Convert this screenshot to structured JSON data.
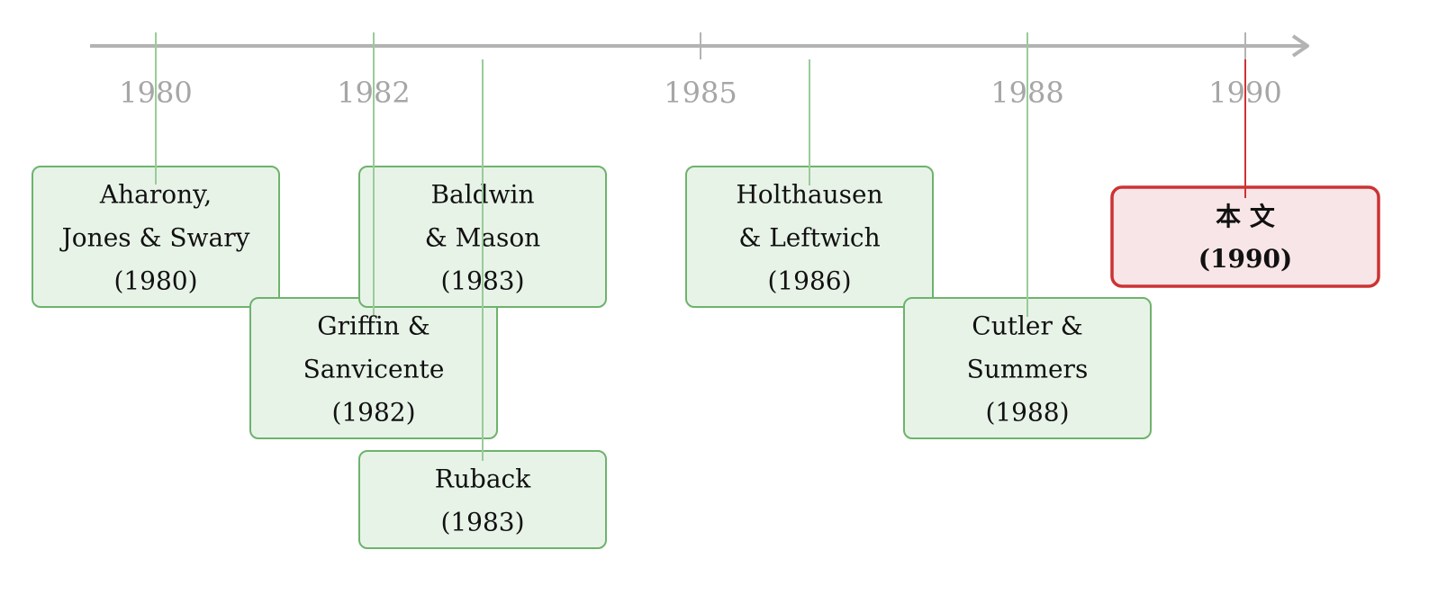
{
  "axis": {
    "color": "#b3b3b3",
    "ticks": [
      "1980",
      "1982",
      "1985",
      "1988",
      "1990"
    ]
  },
  "colors": {
    "node_fill": "#e8f3e8",
    "node_stroke": "#6db36d",
    "connector": "#99cc99",
    "highlight_fill": "#f8e5e7",
    "highlight_stroke": "#cc3333",
    "highlight_connector": "#cc3333"
  },
  "nodes": [
    {
      "lines": [
        "Aharony,",
        "Jones & Swary",
        "(1980)"
      ]
    },
    {
      "lines": [
        "Griffin &",
        "Sanvicente",
        "(1982)"
      ]
    },
    {
      "lines": [
        "Baldwin",
        "& Mason",
        "(1983)"
      ]
    },
    {
      "lines": [
        "Ruback",
        "(1983)"
      ]
    },
    {
      "lines": [
        "Holthausen",
        "& Leftwich",
        "(1986)"
      ]
    },
    {
      "lines": [
        "Cutler &",
        "Summers",
        "(1988)"
      ]
    },
    {
      "lines": [
        "本 文",
        "(1990)"
      ],
      "highlight": true
    }
  ]
}
